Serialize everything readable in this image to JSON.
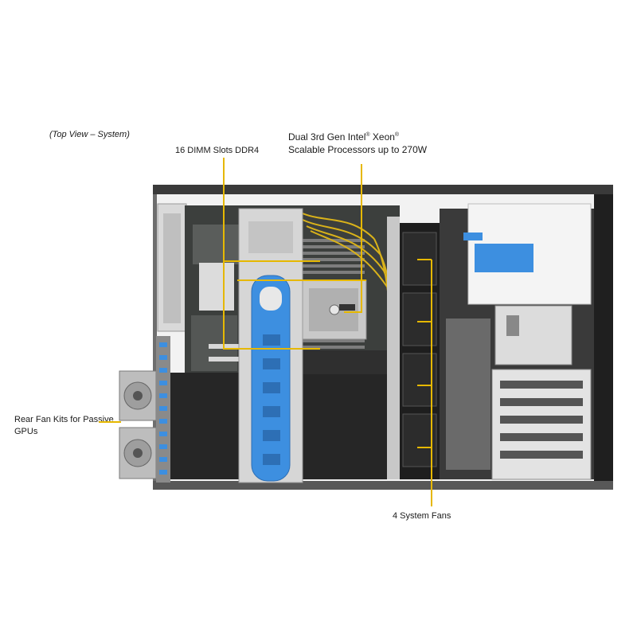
{
  "view_label": "(Top View – System)",
  "callouts": {
    "dimm": "16 DIMM Slots DDR4",
    "cpu_line1_a": "Dual ",
    "cpu_line1_b": "3rd Gen Intel",
    "cpu_reg": "®",
    "cpu_line1_c": " Xeon",
    "cpu_reg2": "®",
    "cpu_line2": "Scalable Processors up to 270W",
    "rear_fans_line1": "Rear Fan Kits for Passive",
    "rear_fans_line2": "GPUs",
    "system_fans": "4 System Fans"
  },
  "colors": {
    "leader": "#e6b800",
    "chassis_dark": "#2b2b2b",
    "chassis_frame": "#8c8c8c",
    "cable_yellow": "#d9b21a",
    "accent_blue": "#3d8fe0",
    "metal_light": "#d4d4d4"
  }
}
